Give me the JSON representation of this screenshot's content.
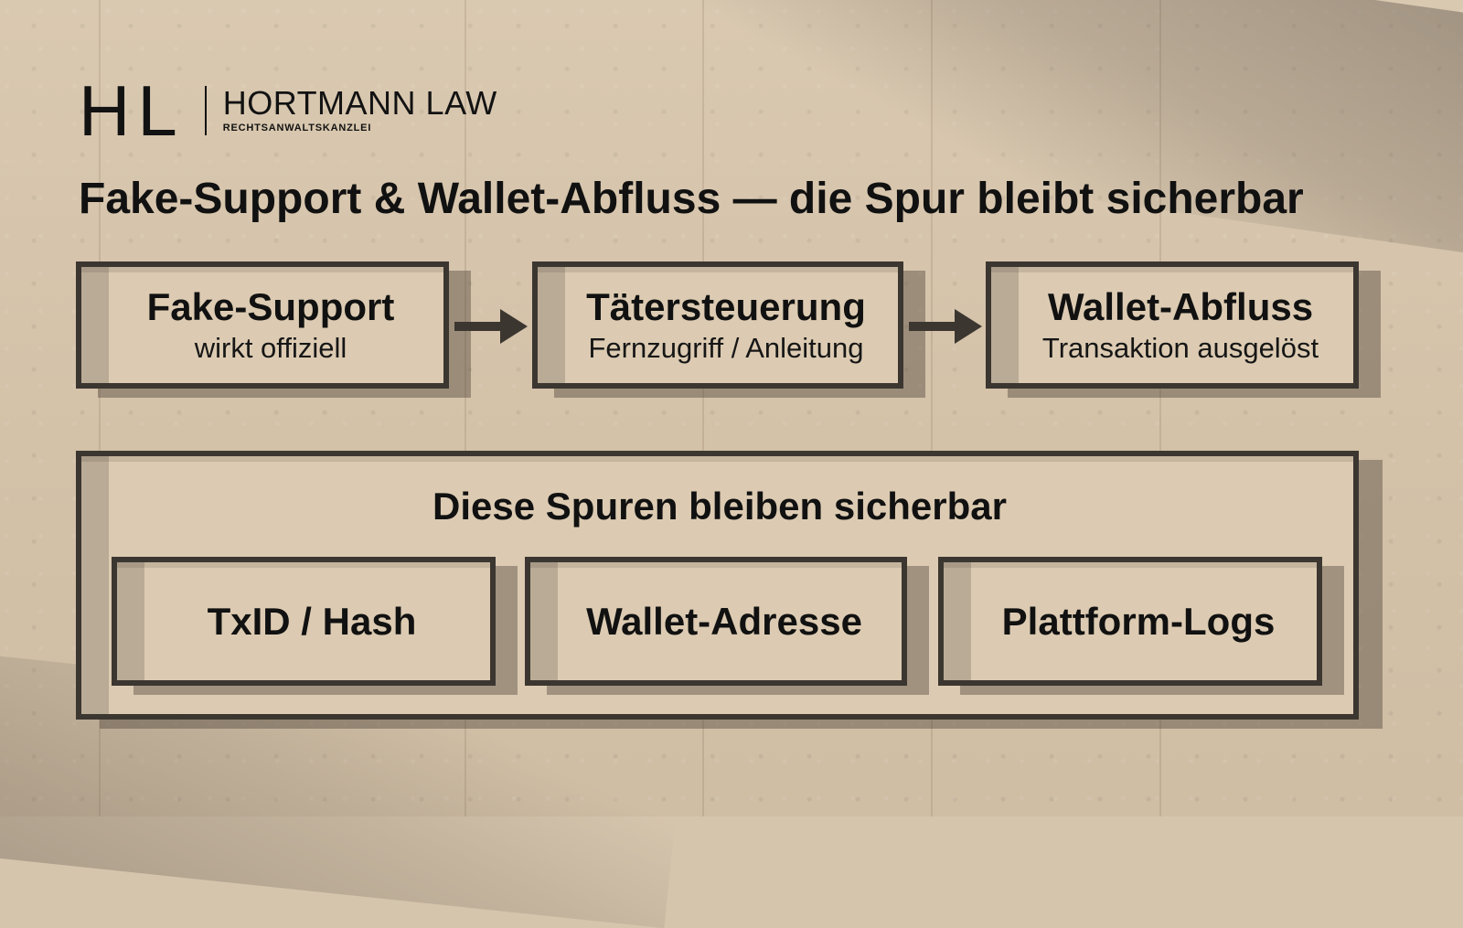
{
  "logo": {
    "mark": "HL",
    "name": "HORTMANN LAW",
    "subtitle": "RECHTSANWALTSKANZLEI"
  },
  "headline": "Fake-Support & Wallet-Abfluss — die Spur bleibt sicherbar",
  "flow": {
    "steps": [
      {
        "title": "Fake-Support",
        "subtitle": "wirkt offiziell"
      },
      {
        "title": "Tätersteuerung",
        "subtitle": "Fernzugriff / Anleitung"
      },
      {
        "title": "Wallet-Abfluss",
        "subtitle": "Transaktion ausgelöst"
      }
    ]
  },
  "traces": {
    "title": "Diese Spuren bleiben sicherbar",
    "items": [
      {
        "label": "TxID / Hash"
      },
      {
        "label": "Wallet-Adresse"
      },
      {
        "label": "Plattform-Logs"
      }
    ]
  },
  "colors": {
    "wall": "#d6c5ad",
    "frame": "#3b3630",
    "text": "#111111"
  }
}
